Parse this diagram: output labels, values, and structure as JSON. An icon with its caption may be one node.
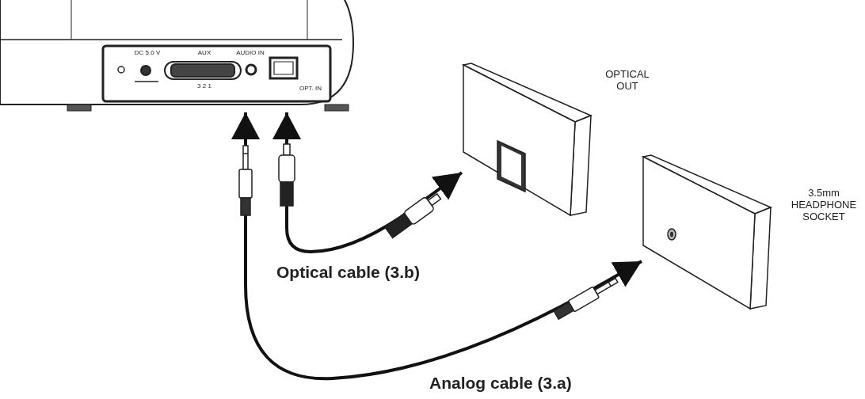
{
  "diagram": {
    "nodes": [
      {
        "text": [],
        "shape": "box"
      },
      {
        "text": [],
        "shape": "box",
        "beside": [
          "OPTICAL OUT"
        ]
      },
      {
        "text": [],
        "shape": "box",
        "beside": [
          "3.5mm HEADPHONE SOCKET"
        ]
      }
    ],
    "edges": [
      {
        "from": 1,
        "to": 0,
        "arrow": "both",
        "label": "Optical cable (3.b)"
      },
      {
        "from": 2,
        "to": 0,
        "arrow": "both",
        "label": "Analog cable (3.a)"
      }
    ],
    "labels": [
      "DC 5.0 V",
      "AUX",
      "3 2 1",
      "AUDIO IN",
      "OPT. IN"
    ]
  }
}
